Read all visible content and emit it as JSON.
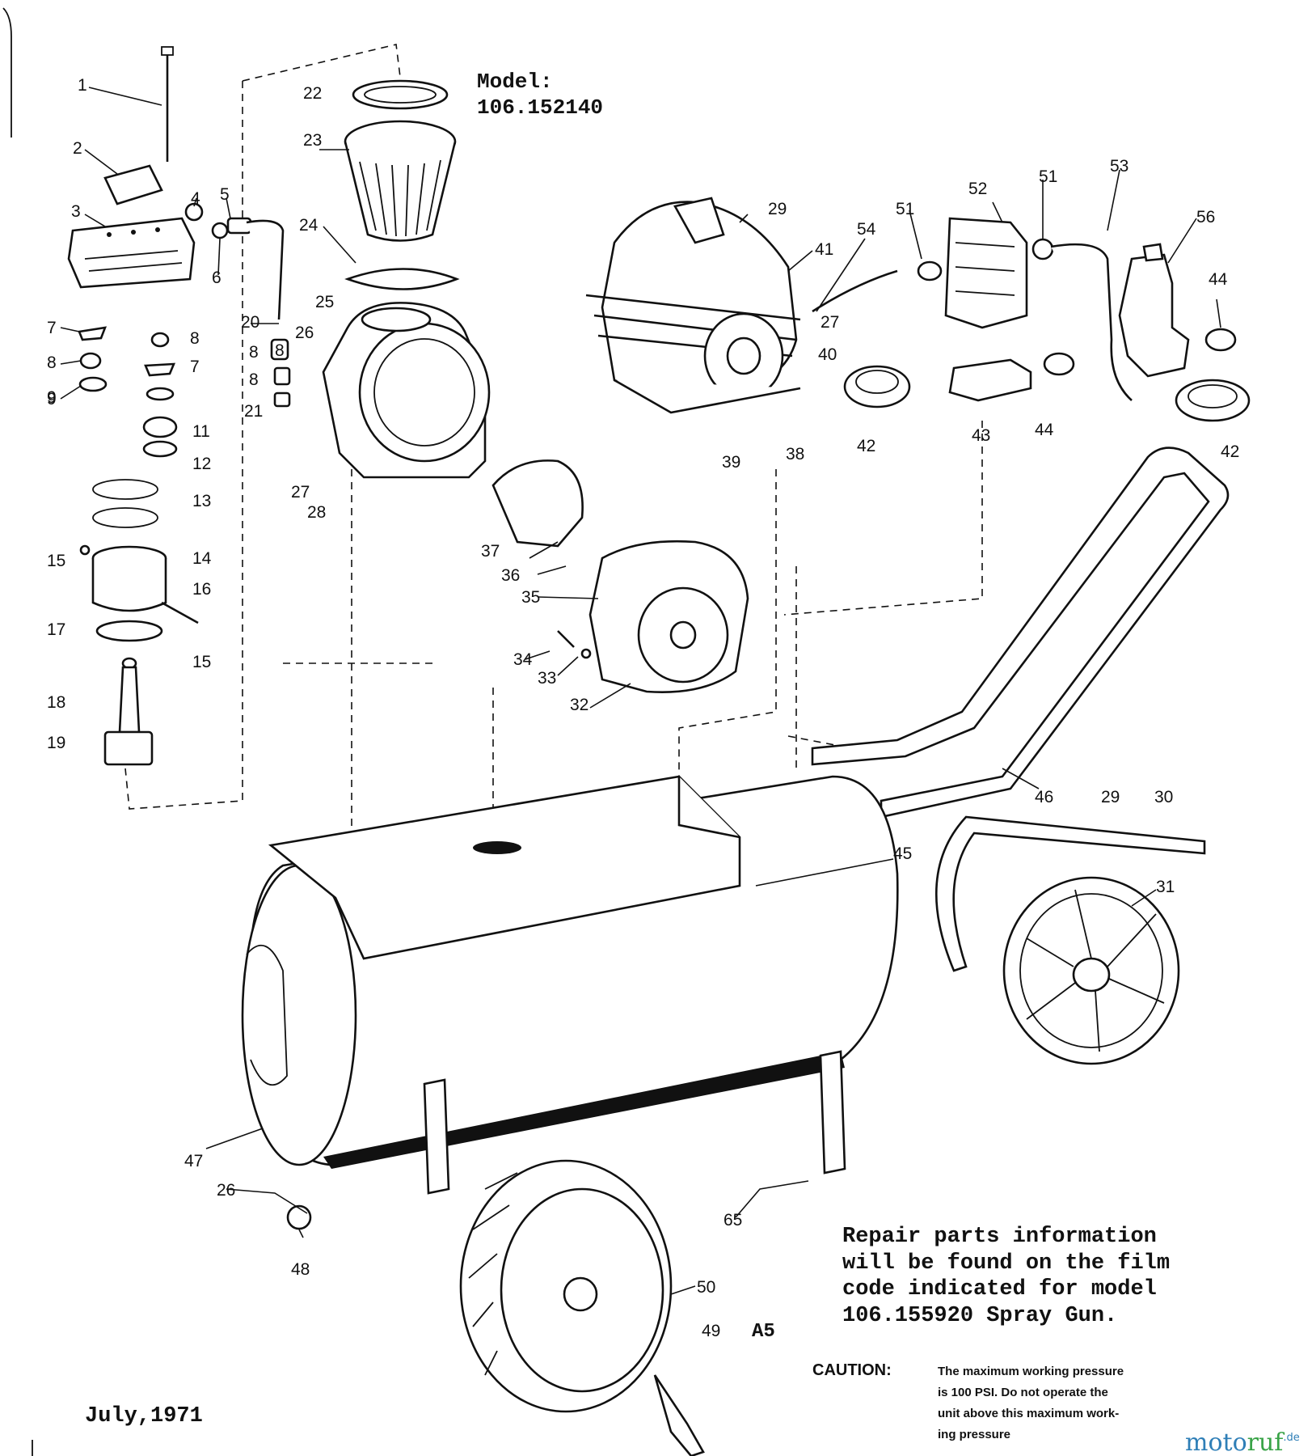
{
  "model_label": "Model:",
  "model_number": "106.152140",
  "date": "July,1971",
  "sheet_code": "A5",
  "repair_note": [
    "Repair parts information",
    "will be found on the film",
    "code indicated for model",
    "106.155920 Spray Gun."
  ],
  "caution_label": "CAUTION:",
  "caution_text": [
    "The maximum working pressure",
    "is 100 PSI. Do not operate the",
    "unit above this maximum work-",
    "ing pressure"
  ],
  "watermark": "motoruf.de",
  "callouts": [
    "1",
    "2",
    "3",
    "4",
    "5",
    "6",
    "7",
    "8",
    "9",
    "8",
    "7",
    "8",
    "9",
    "11",
    "12",
    "13",
    "15",
    "14",
    "16",
    "17",
    "15",
    "18",
    "19",
    "20",
    "8",
    "8",
    "21",
    "22",
    "23",
    "24",
    "25",
    "26",
    "27",
    "28",
    "29",
    "41",
    "54",
    "51",
    "52",
    "51",
    "53",
    "56",
    "44",
    "27",
    "40",
    "39",
    "38",
    "42",
    "43",
    "44",
    "42",
    "37",
    "36",
    "35",
    "34",
    "33",
    "32",
    "46",
    "29",
    "30",
    "45",
    "31",
    "47",
    "26",
    "48",
    "65",
    "50",
    "49"
  ]
}
